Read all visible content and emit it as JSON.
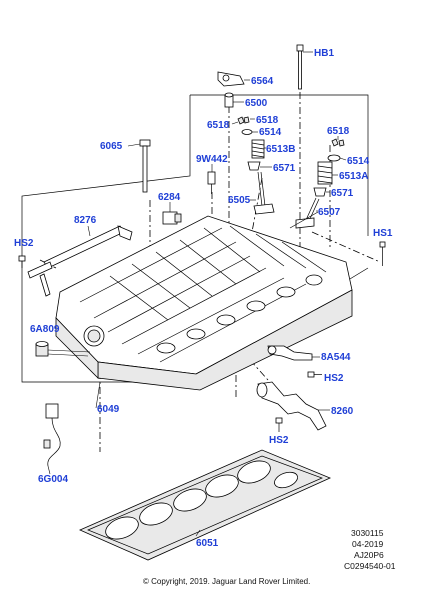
{
  "callouts": {
    "hb1": "HB1",
    "c6564": "6564",
    "c6500": "6500",
    "c6518a": "6518",
    "c6518b": "6518",
    "c6514a": "6514",
    "c6513b": "6513B",
    "c6571a": "6571",
    "c6505": "6505",
    "c6518c": "6518",
    "c6514b": "6514",
    "c6513a": "6513A",
    "c6571b": "6571",
    "c6507": "6507",
    "c6065": "6065",
    "c9w442": "9W442",
    "c6284": "6284",
    "c8276": "8276",
    "hs2a": "HS2",
    "hs1": "HS1",
    "c6a809": "6A809",
    "c8a544": "8A544",
    "hs2b": "HS2",
    "c6049": "6049",
    "c8260": "8260",
    "hs2c": "HS2",
    "c6g004": "6G004",
    "c6051": "6051"
  },
  "reference": {
    "line1": "3030115",
    "line2": "04-2019",
    "line3": "AJ20P6",
    "line4": "C0294540-01"
  },
  "copyright": "© Copyright, 2019. Jaguar Land Rover Limited."
}
